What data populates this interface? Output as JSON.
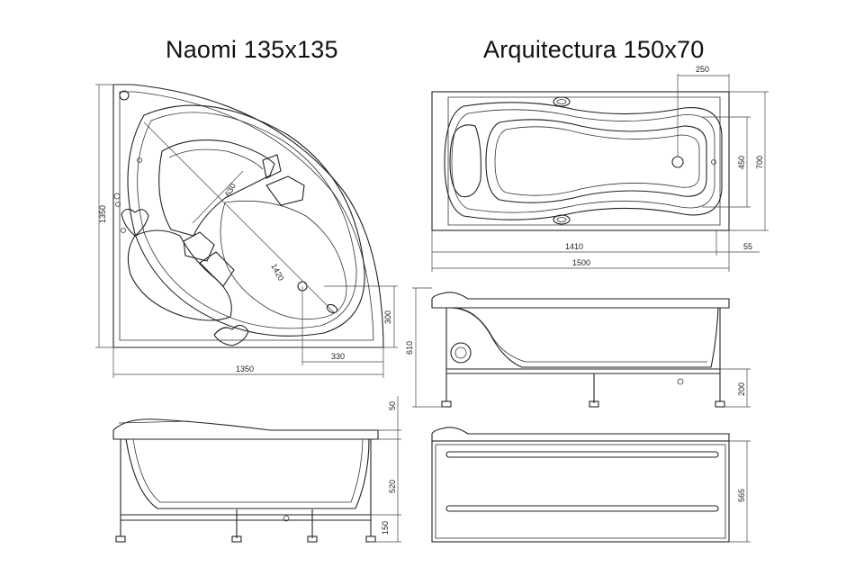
{
  "titles": {
    "left": "Naomi 135x135",
    "right": "Arquitectura 150x70"
  },
  "naomi": {
    "top_view": {
      "height": "1350",
      "width": "1350",
      "inner_630": "630",
      "diagonal": "1420",
      "drain_side": "300",
      "drain_offset": "330"
    },
    "side_view": {
      "rim": "50",
      "depth": "520",
      "legs": "150"
    }
  },
  "arquitectura": {
    "top_view": {
      "drain_offset": "250",
      "inner_width": "450",
      "width": "700",
      "inner_length": "1410",
      "rim_end": "55",
      "length": "1500"
    },
    "side_view": {
      "height": "610",
      "legs": "200"
    },
    "front_view": {
      "panel_height": "565"
    }
  }
}
